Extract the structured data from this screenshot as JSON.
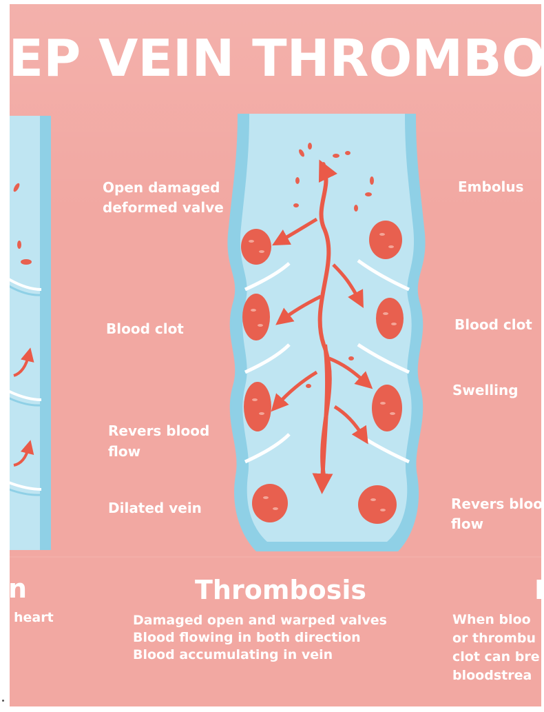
{
  "title": "EEP VEIN THROMBO",
  "center_labels": {
    "valve": [
      "Open damaged",
      "deformed valve"
    ],
    "clot": "Blood clot",
    "reverse": [
      "Revers blood",
      "flow"
    ],
    "dilated": "Dilated vein"
  },
  "right_labels": {
    "embolus": "Embolus",
    "clot": "Blood clot",
    "swelling": "Swelling",
    "reverse": [
      "Revers bloo",
      "flow"
    ]
  },
  "left_section": {
    "title_fragment": "n",
    "desc_fragment": "heart"
  },
  "center_section": {
    "title": "Thrombosis",
    "desc": [
      "Damaged open and warped valves",
      "Blood flowing in both direction",
      "Blood accumulating in vein"
    ]
  },
  "right_section": {
    "title_fragment": "E",
    "desc": [
      "When bloo",
      "or thrombu",
      "clot can bre",
      "bloodstrea"
    ]
  },
  "colors": {
    "background": "#f2a8a2",
    "vein_wall": "#8fd0e6",
    "vein_lumen": "#bfe5f2",
    "clot": "#e8604f",
    "arrow": "#ea5a48",
    "text": "#ffffff"
  }
}
